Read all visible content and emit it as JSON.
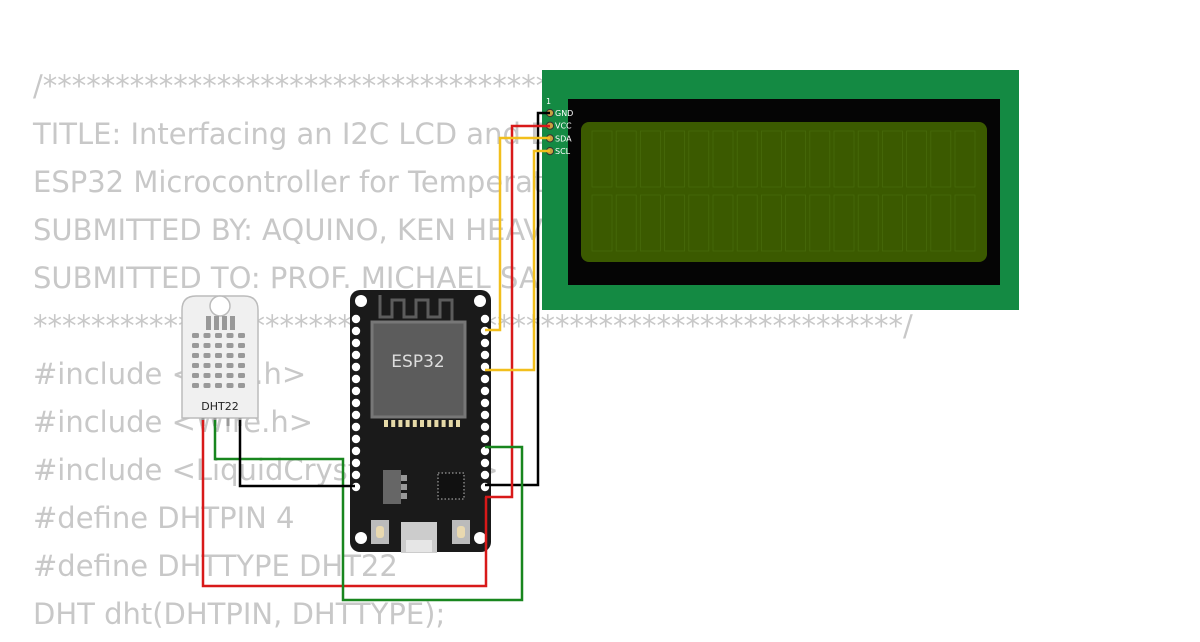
{
  "code_lines": [
    "/*******************************************************",
    "TITLE: Interfacing an I2C LCD and DHT22 sensor with",
    "ESP32 Microcontroller for Temperature and Humidity",
    "SUBMITTED BY: AQUINO, KEN HEAV",
    "SUBMITTED TO: PROF. MICHAEL SA",
    "************************************************************/",
    "#include <DHT.h>",
    "#include <Wire.h>",
    "#include <LiquidCrystal_I2C.h>",
    "#define DHTPIN 4",
    "#define DHTTYPE DHT22",
    "DHT dht(DHTPIN, DHTTYPE);"
  ],
  "lcd": {
    "pin_number": "1",
    "pins": [
      "GND",
      "VCC",
      "SDA",
      "SCL"
    ],
    "board_color": "#148a43",
    "screen_color": "#3b5a00"
  },
  "esp32": {
    "label": "ESP32",
    "board_color": "#1a1a1a"
  },
  "dht22": {
    "label": "DHT22"
  },
  "wire_colors": {
    "gnd": "#000000",
    "vcc": "#d81919",
    "sda": "#f2bf1c",
    "scl": "#f2bf1c",
    "data": "#18861e"
  }
}
